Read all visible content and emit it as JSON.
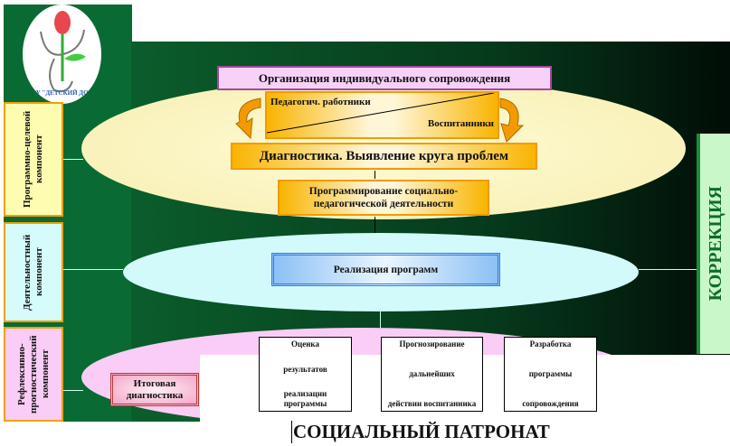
{
  "logo": {
    "text": "МОУ \"ДЕТСКИЙ ДОМ\""
  },
  "components": [
    {
      "label": "Программно-целевой компонент"
    },
    {
      "label": "Деятельностный компонент"
    },
    {
      "label": "Рефлексивно-прогностический компонент"
    }
  ],
  "side_label": "КОРРЕКЦИЯ",
  "steps": {
    "organization": "Организация индивидуального сопровождения",
    "teachers": "Педагогич. работники",
    "pupils": "Воспитанники",
    "diagnostics": "Диагностика. Выявление круга проблем",
    "programming": "Программирование социально-педагогической деятельности",
    "realization": "Реализация программ",
    "final_diagnostics": "Итоговая диагностика"
  },
  "outcomes": [
    {
      "lines": [
        "Оценка",
        "результатов",
        "реализации программы"
      ]
    },
    {
      "lines": [
        "Прогнозирование",
        "дальнейших",
        "действии воспитанника"
      ]
    },
    {
      "lines": [
        "Разработка",
        "программы",
        "сопровождения"
      ]
    }
  ],
  "title": "СОЦИАЛЬНЫЙ ПАТРОНАТ",
  "colors": {
    "green": "#0b5a2a",
    "dark": "#02180c",
    "yellow": "#fffbd0",
    "cyan": "#d6fbfb",
    "pink": "#f9cdf5"
  }
}
